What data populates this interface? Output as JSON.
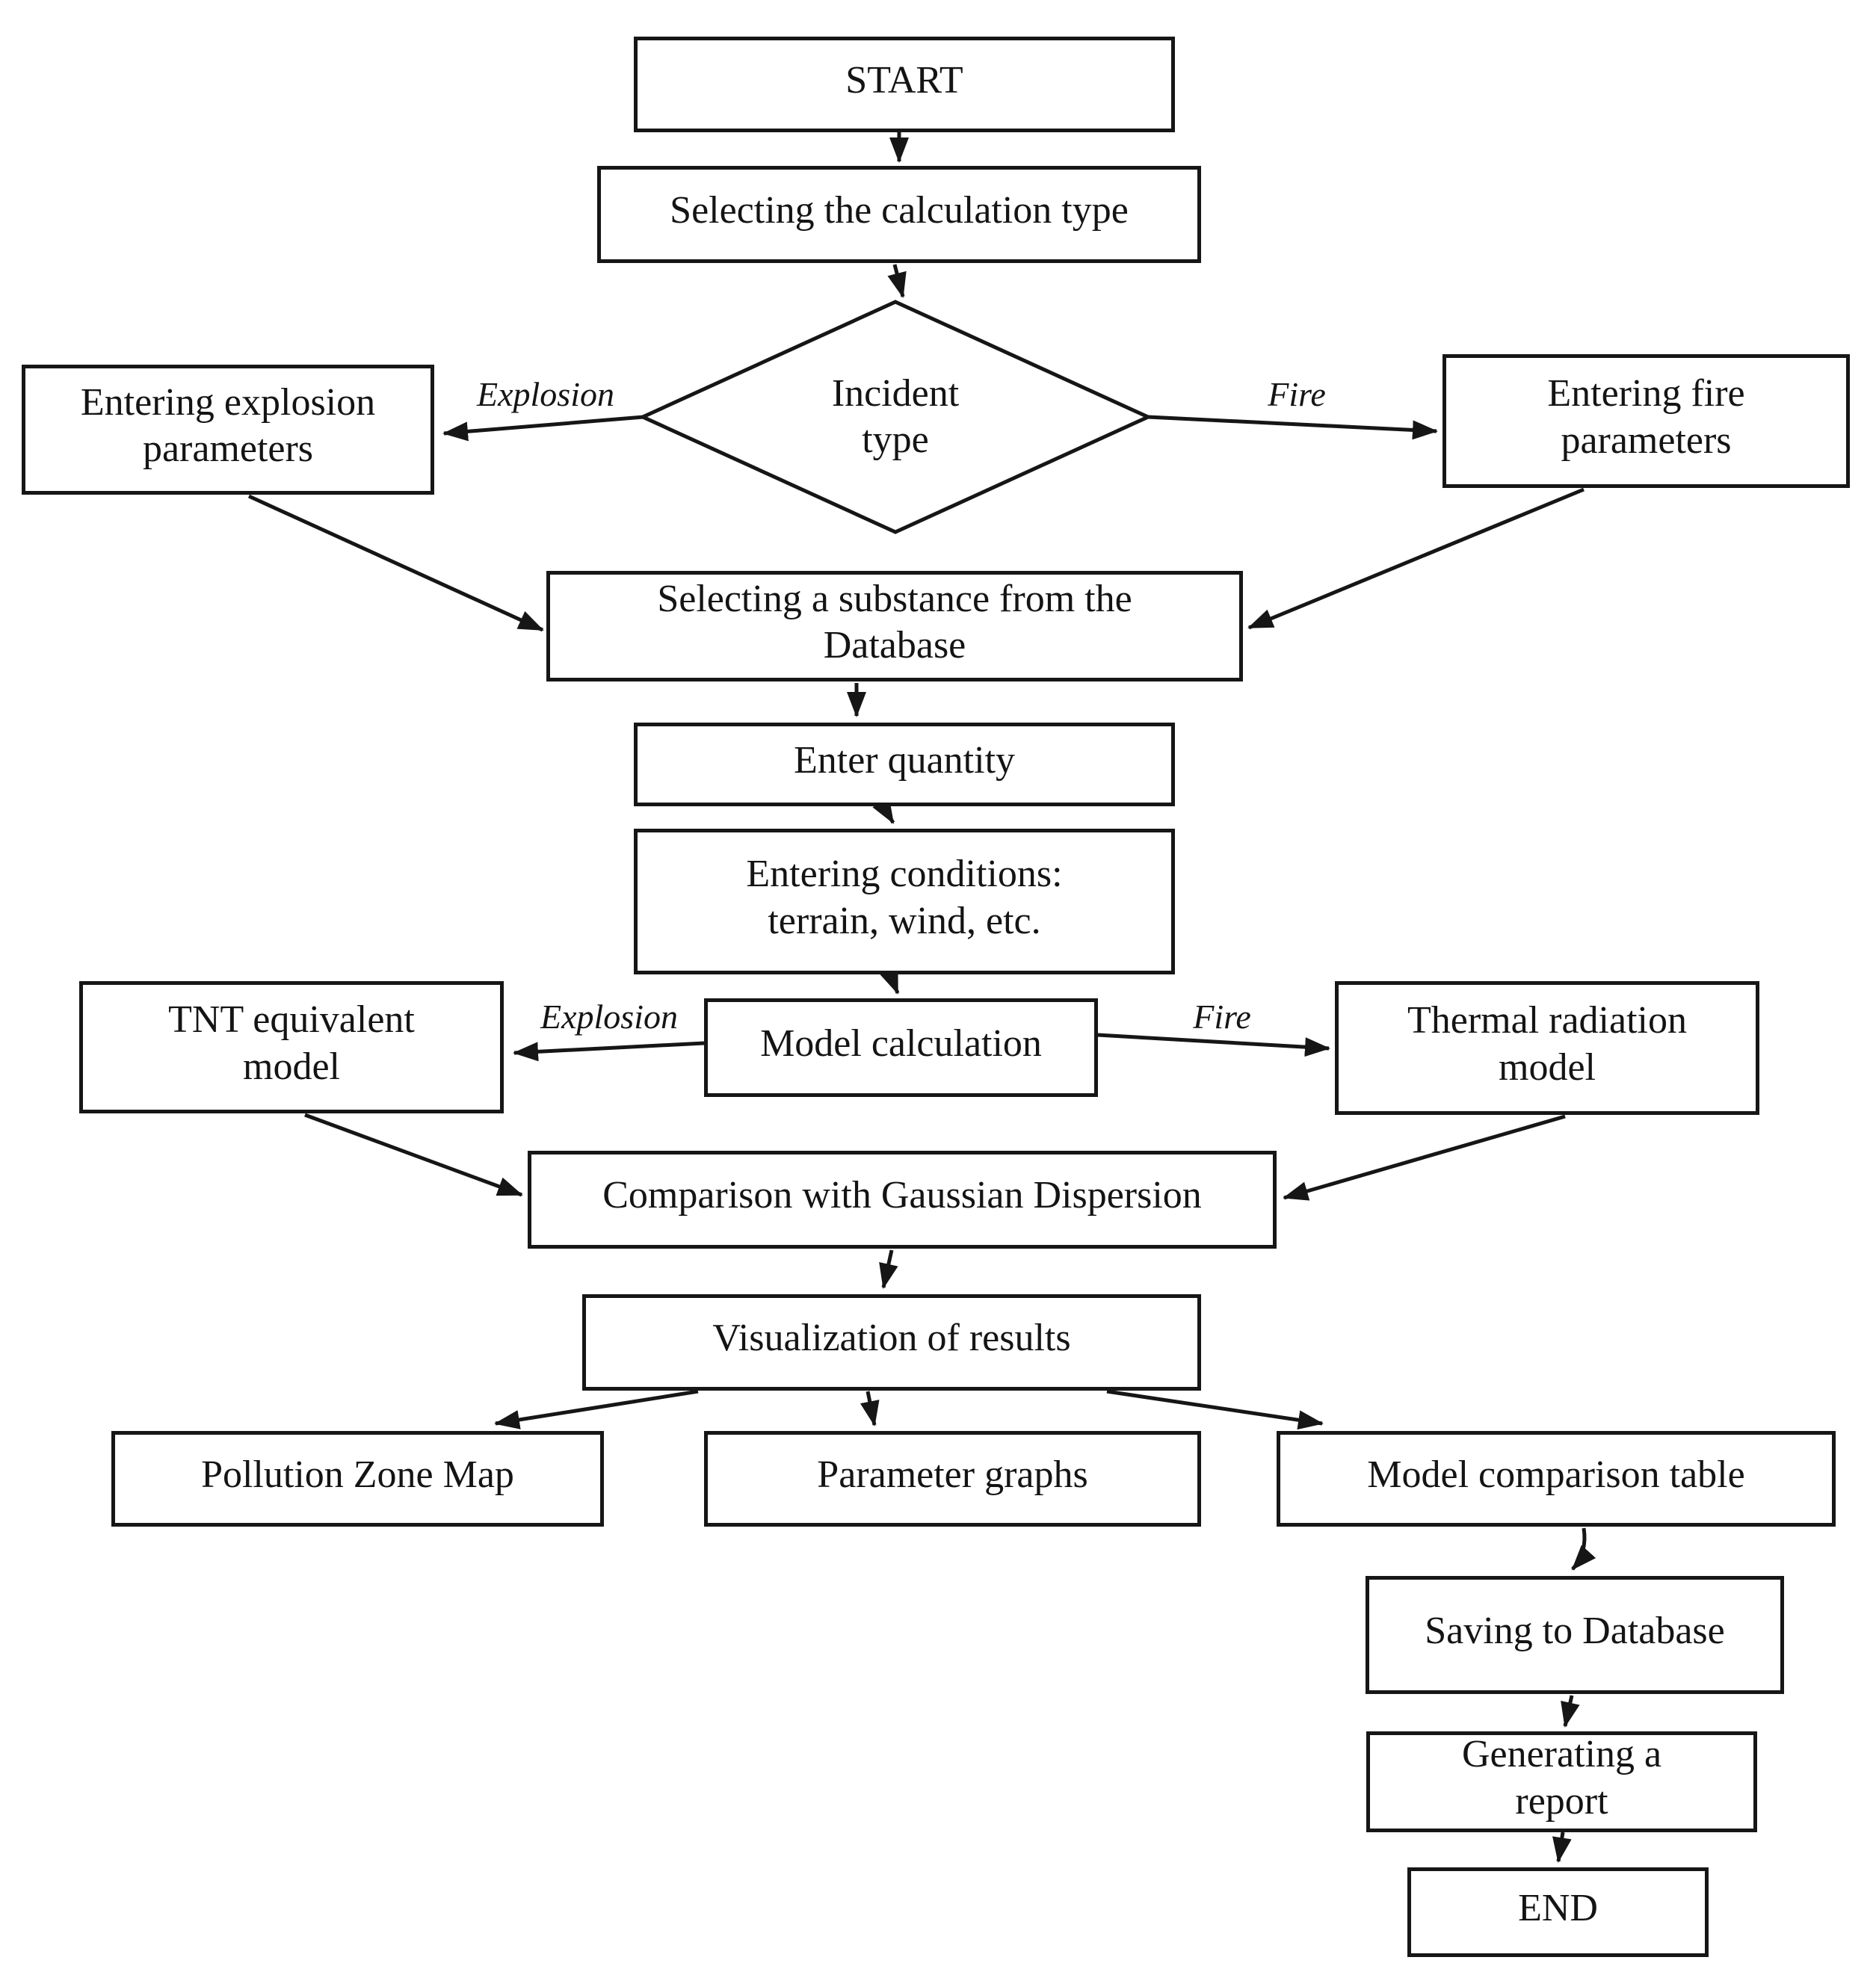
{
  "diagram": {
    "type": "flowchart",
    "colors": {
      "line": "#161616",
      "box_border": "#161616",
      "background": "#ffffff",
      "text": "#141414"
    },
    "nodes": {
      "start": {
        "label": "START"
      },
      "calc_type": {
        "label": "Selecting the calculation type"
      },
      "incident": {
        "label": "Incident\ntype"
      },
      "explosion_params": {
        "label": "Entering explosion\nparameters"
      },
      "fire_params": {
        "label": "Entering fire\nparameters"
      },
      "substance": {
        "label": "Selecting a substance from the\nDatabase"
      },
      "quantity": {
        "label": "Enter quantity"
      },
      "conditions": {
        "label": "Entering conditions:\nterrain, wind, etc."
      },
      "tnt": {
        "label": "TNT equivalent\nmodel"
      },
      "model_calc": {
        "label": "Model calculation"
      },
      "thermal": {
        "label": "Thermal radiation\nmodel"
      },
      "comparison": {
        "label": "Comparison with Gaussian Dispersion"
      },
      "visualization": {
        "label": "Visualization of results"
      },
      "pollution": {
        "label": "Pollution Zone Map"
      },
      "graphs": {
        "label": "Parameter graphs"
      },
      "table": {
        "label": "Model comparison table"
      },
      "saving": {
        "label": "Saving to Database"
      },
      "report": {
        "label": "Generating a\nreport"
      },
      "end": {
        "label": "END"
      }
    },
    "edge_labels": {
      "explosion_branch": "Explosion",
      "fire_branch": "Fire",
      "explosion_model": "Explosion",
      "fire_model": "Fire"
    }
  }
}
